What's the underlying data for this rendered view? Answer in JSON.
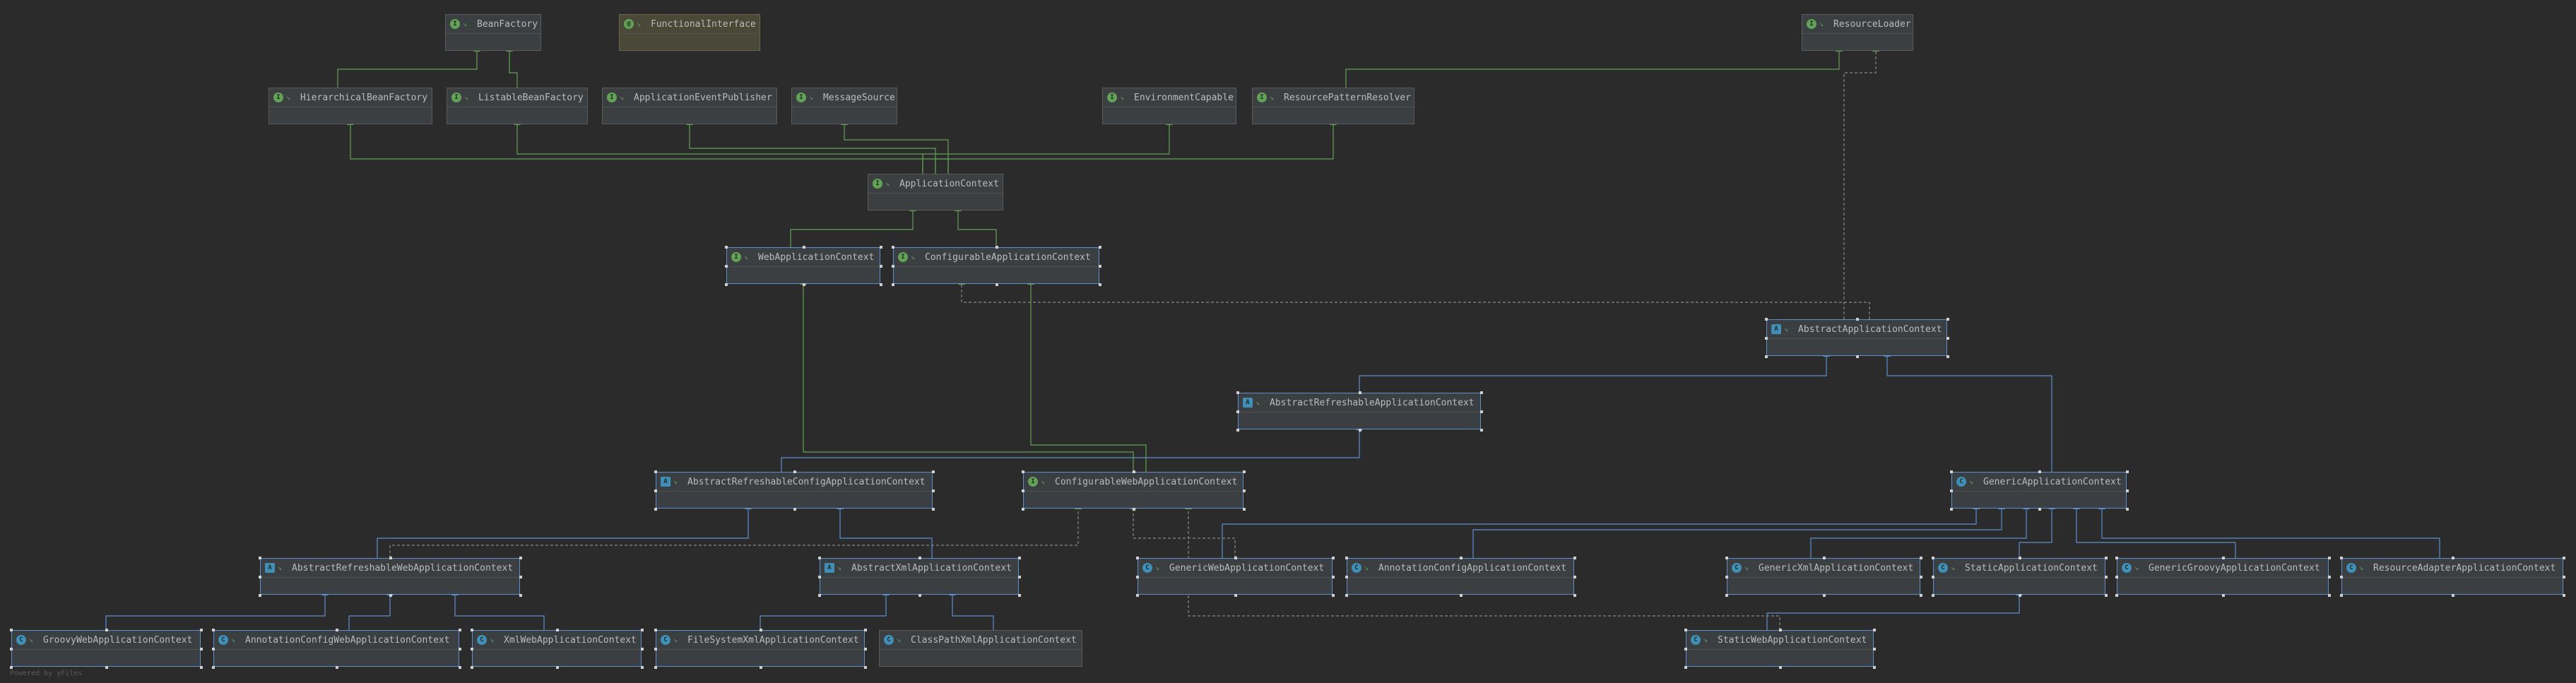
{
  "diagram": {
    "nodes": [
      {
        "id": "BeanFactory",
        "label": "BeanFactory",
        "kind": "i"
      },
      {
        "id": "FunctionalInterface",
        "label": "FunctionalInterface",
        "kind": "@"
      },
      {
        "id": "ResourceLoader",
        "label": "ResourceLoader",
        "kind": "i"
      },
      {
        "id": "HierarchicalBeanFactory",
        "label": "HierarchicalBeanFactory",
        "kind": "i"
      },
      {
        "id": "ListableBeanFactory",
        "label": "ListableBeanFactory",
        "kind": "i"
      },
      {
        "id": "ApplicationEventPublisher",
        "label": "ApplicationEventPublisher",
        "kind": "i"
      },
      {
        "id": "MessageSource",
        "label": "MessageSource",
        "kind": "i"
      },
      {
        "id": "EnvironmentCapable",
        "label": "EnvironmentCapable",
        "kind": "i"
      },
      {
        "id": "ResourcePatternResolver",
        "label": "ResourcePatternResolver",
        "kind": "i"
      },
      {
        "id": "ApplicationContext",
        "label": "ApplicationContext",
        "kind": "i"
      },
      {
        "id": "WebApplicationContext",
        "label": "WebApplicationContext",
        "kind": "i"
      },
      {
        "id": "ConfigurableApplicationContext",
        "label": "ConfigurableApplicationContext",
        "kind": "i"
      },
      {
        "id": "AbstractApplicationContext",
        "label": "AbstractApplicationContext",
        "kind": "a"
      },
      {
        "id": "AbstractRefreshableApplicationContext",
        "label": "AbstractRefreshableApplicationContext",
        "kind": "a"
      },
      {
        "id": "AbstractRefreshableConfigApplicationContext",
        "label": "AbstractRefreshableConfigApplicationContext",
        "kind": "a"
      },
      {
        "id": "ConfigurableWebApplicationContext",
        "label": "ConfigurableWebApplicationContext",
        "kind": "i"
      },
      {
        "id": "GenericApplicationContext",
        "label": "GenericApplicationContext",
        "kind": "c"
      },
      {
        "id": "AbstractRefreshableWebApplicationContext",
        "label": "AbstractRefreshableWebApplicationContext",
        "kind": "a"
      },
      {
        "id": "AbstractXmlApplicationContext",
        "label": "AbstractXmlApplicationContext",
        "kind": "a"
      },
      {
        "id": "GenericWebApplicationContext",
        "label": "GenericWebApplicationContext",
        "kind": "c"
      },
      {
        "id": "AnnotationConfigApplicationContext",
        "label": "AnnotationConfigApplicationContext",
        "kind": "c"
      },
      {
        "id": "GenericXmlApplicationContext",
        "label": "GenericXmlApplicationContext",
        "kind": "c"
      },
      {
        "id": "StaticApplicationContext",
        "label": "StaticApplicationContext",
        "kind": "c"
      },
      {
        "id": "GenericGroovyApplicationContext",
        "label": "GenericGroovyApplicationContext",
        "kind": "c"
      },
      {
        "id": "ResourceAdapterApplicationContext",
        "label": "ResourceAdapterApplicationContext",
        "kind": "c"
      },
      {
        "id": "GroovyWebApplicationContext",
        "label": "GroovyWebApplicationContext",
        "kind": "c"
      },
      {
        "id": "AnnotationConfigWebApplicationContext",
        "label": "AnnotationConfigWebApplicationContext",
        "kind": "c"
      },
      {
        "id": "XmlWebApplicationContext",
        "label": "XmlWebApplicationContext",
        "kind": "c"
      },
      {
        "id": "FileSystemXmlApplicationContext",
        "label": "FileSystemXmlApplicationContext",
        "kind": "c"
      },
      {
        "id": "ClassPathXmlApplicationContext",
        "label": "ClassPathXmlApplicationContext",
        "kind": "c"
      },
      {
        "id": "StaticWebApplicationContext",
        "label": "StaticWebApplicationContext",
        "kind": "c"
      }
    ],
    "edges": [
      {
        "from": "HierarchicalBeanFactory",
        "to": "BeanFactory",
        "type": "extends-interface"
      },
      {
        "from": "ListableBeanFactory",
        "to": "BeanFactory",
        "type": "extends-interface"
      },
      {
        "from": "ApplicationContext",
        "to": "HierarchicalBeanFactory",
        "type": "extends-interface"
      },
      {
        "from": "ApplicationContext",
        "to": "ListableBeanFactory",
        "type": "extends-interface"
      },
      {
        "from": "ApplicationContext",
        "to": "ApplicationEventPublisher",
        "type": "extends-interface"
      },
      {
        "from": "ApplicationContext",
        "to": "MessageSource",
        "type": "extends-interface"
      },
      {
        "from": "ApplicationContext",
        "to": "EnvironmentCapable",
        "type": "extends-interface"
      },
      {
        "from": "ApplicationContext",
        "to": "ResourcePatternResolver",
        "type": "extends-interface"
      },
      {
        "from": "ResourcePatternResolver",
        "to": "ResourceLoader",
        "type": "extends-interface"
      },
      {
        "from": "WebApplicationContext",
        "to": "ApplicationContext",
        "type": "extends-interface"
      },
      {
        "from": "ConfigurableApplicationContext",
        "to": "ApplicationContext",
        "type": "extends-interface"
      },
      {
        "from": "AbstractApplicationContext",
        "to": "ConfigurableApplicationContext",
        "type": "implements"
      },
      {
        "from": "AbstractApplicationContext",
        "to": "ResourceLoader",
        "type": "implements"
      },
      {
        "from": "AbstractRefreshableApplicationContext",
        "to": "AbstractApplicationContext",
        "type": "extends"
      },
      {
        "from": "GenericApplicationContext",
        "to": "AbstractApplicationContext",
        "type": "extends"
      },
      {
        "from": "AbstractRefreshableConfigApplicationContext",
        "to": "AbstractRefreshableApplicationContext",
        "type": "extends"
      },
      {
        "from": "ConfigurableWebApplicationContext",
        "to": "WebApplicationContext",
        "type": "extends-interface"
      },
      {
        "from": "ConfigurableWebApplicationContext",
        "to": "ConfigurableApplicationContext",
        "type": "extends-interface"
      },
      {
        "from": "AbstractRefreshableWebApplicationContext",
        "to": "AbstractRefreshableConfigApplicationContext",
        "type": "extends"
      },
      {
        "from": "AbstractRefreshableWebApplicationContext",
        "to": "ConfigurableWebApplicationContext",
        "type": "implements"
      },
      {
        "from": "AbstractXmlApplicationContext",
        "to": "AbstractRefreshableConfigApplicationContext",
        "type": "extends"
      },
      {
        "from": "GenericWebApplicationContext",
        "to": "GenericApplicationContext",
        "type": "extends"
      },
      {
        "from": "GenericWebApplicationContext",
        "to": "ConfigurableWebApplicationContext",
        "type": "implements"
      },
      {
        "from": "AnnotationConfigApplicationContext",
        "to": "GenericApplicationContext",
        "type": "extends"
      },
      {
        "from": "GenericXmlApplicationContext",
        "to": "GenericApplicationContext",
        "type": "extends"
      },
      {
        "from": "StaticApplicationContext",
        "to": "GenericApplicationContext",
        "type": "extends"
      },
      {
        "from": "GenericGroovyApplicationContext",
        "to": "GenericApplicationContext",
        "type": "extends"
      },
      {
        "from": "ResourceAdapterApplicationContext",
        "to": "GenericApplicationContext",
        "type": "extends"
      },
      {
        "from": "GroovyWebApplicationContext",
        "to": "AbstractRefreshableWebApplicationContext",
        "type": "extends"
      },
      {
        "from": "AnnotationConfigWebApplicationContext",
        "to": "AbstractRefreshableWebApplicationContext",
        "type": "extends"
      },
      {
        "from": "XmlWebApplicationContext",
        "to": "AbstractRefreshableWebApplicationContext",
        "type": "extends"
      },
      {
        "from": "FileSystemXmlApplicationContext",
        "to": "AbstractXmlApplicationContext",
        "type": "extends"
      },
      {
        "from": "ClassPathXmlApplicationContext",
        "to": "AbstractXmlApplicationContext",
        "type": "extends"
      },
      {
        "from": "StaticWebApplicationContext",
        "to": "StaticApplicationContext",
        "type": "extends"
      },
      {
        "from": "StaticWebApplicationContext",
        "to": "ConfigurableWebApplicationContext",
        "type": "implements"
      }
    ]
  },
  "colors": {
    "background": "#2b2b2b",
    "interface_edge": "#62a256",
    "class_edge": "#5d8fcf",
    "implements_edge": "#8a8a8a"
  },
  "watermark": "Powered by yFiles"
}
